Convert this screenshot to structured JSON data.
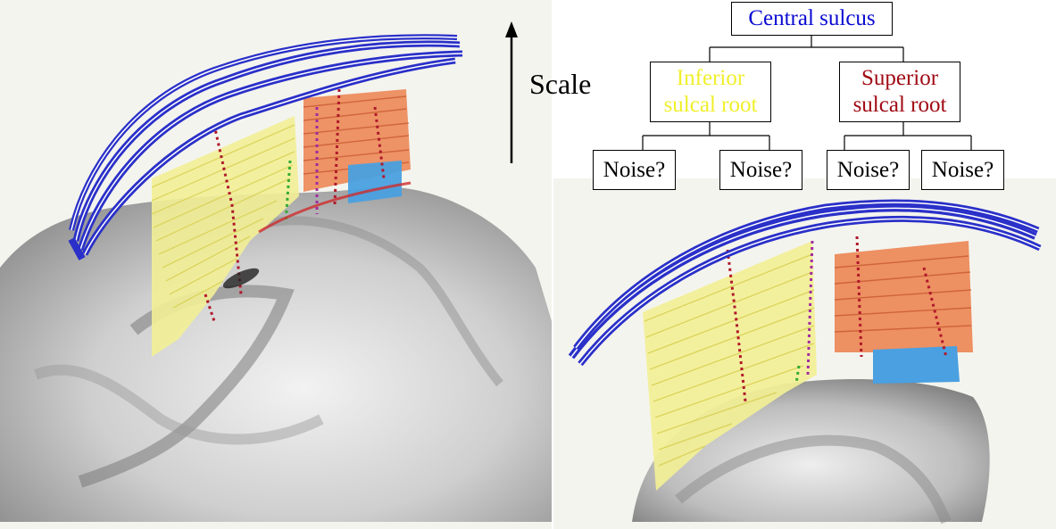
{
  "axis": {
    "label": "Scale"
  },
  "tree": {
    "root": {
      "label": "Central sulcus",
      "color": "#0a0ad2"
    },
    "inferior": {
      "line1": "Inferior",
      "line2": "sulcal root",
      "color": "#f0ef2a"
    },
    "superior": {
      "line1": "Superior",
      "line2": "sulcal root",
      "color": "#a00a14"
    },
    "leaves": [
      "Noise?",
      "Noise?",
      "Noise?",
      "Noise?"
    ]
  },
  "colors": {
    "central": "#2a30c8",
    "inferior_fill": "#f2ef96",
    "superior_fill": "#ec8a5a",
    "blue_patch": "#4aa0e0",
    "brain": "#bdbdbd",
    "panel_bg": "#f4f4ee"
  }
}
